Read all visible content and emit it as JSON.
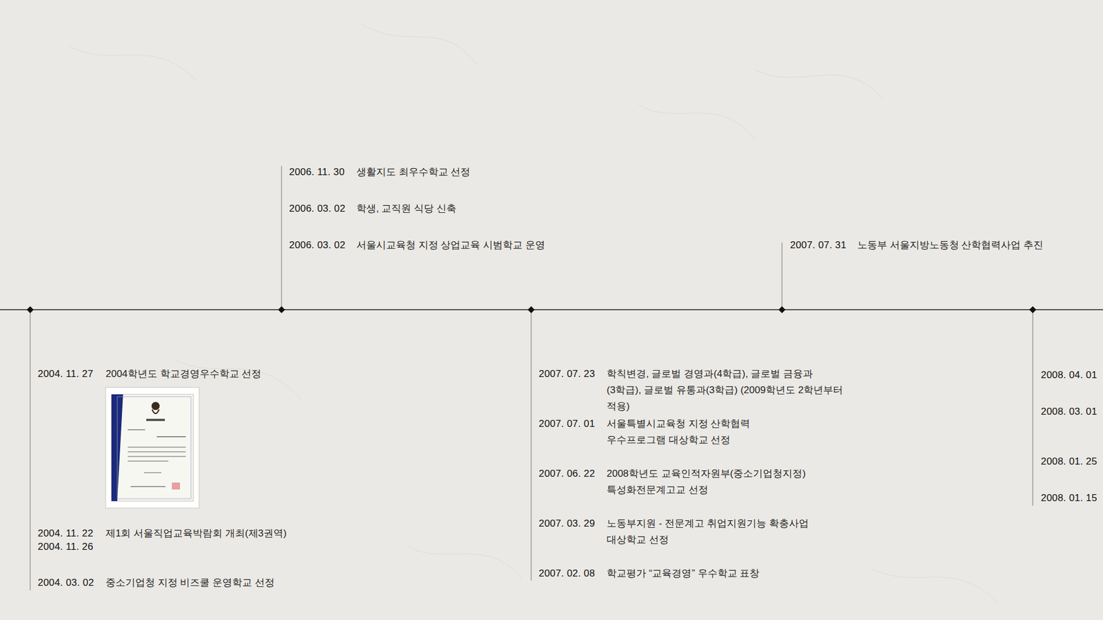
{
  "diagram": {
    "labels": [
      "2006. 11. 30",
      "생활지도 최우수학교 선정",
      "2006. 03. 02",
      "학생, 교직원 식당 신축",
      "2006. 03. 02",
      "서울시교육청 지정 상업교육 시범학교 운영",
      "2007. 07. 31",
      "노동부 서울지방노동청 산학협력사업 추진",
      "2004. 11. 27",
      "2004학년도 학교경영우수학교 선정",
      "2004. 11. 22",
      "2004. 11. 26",
      "제1회 서울직업교육박람회 개최(제3권역)",
      "2004. 03. 02",
      "중소기업청 지정 비즈쿨 운영학교 선정",
      "2007. 07. 23",
      "학칙변경, 글로벌 경영과(4학급), 글로벌 금융과(3학급), 글로벌 유통과(3학급) (2009학년도 2학년부터 적용)",
      "2007. 07. 01",
      "서울특별시교육청 지정 산학협력 우수프로그램 대상학교 선정",
      "2007. 06. 22",
      "2008학년도 교육인적자원부(중소기업청지정) 특성화전문계고교 선정",
      "2007. 03. 29",
      "노동부지원 - 전문계고 취업지원기능 확충사업 대상학교 선정",
      "2007. 02. 08",
      "학교평가 “교육경영” 우수학교 표창",
      "2008. 04. 01",
      "2008. 03. 01",
      "2008. 01. 25",
      "2008. 01. 15"
    ]
  }
}
